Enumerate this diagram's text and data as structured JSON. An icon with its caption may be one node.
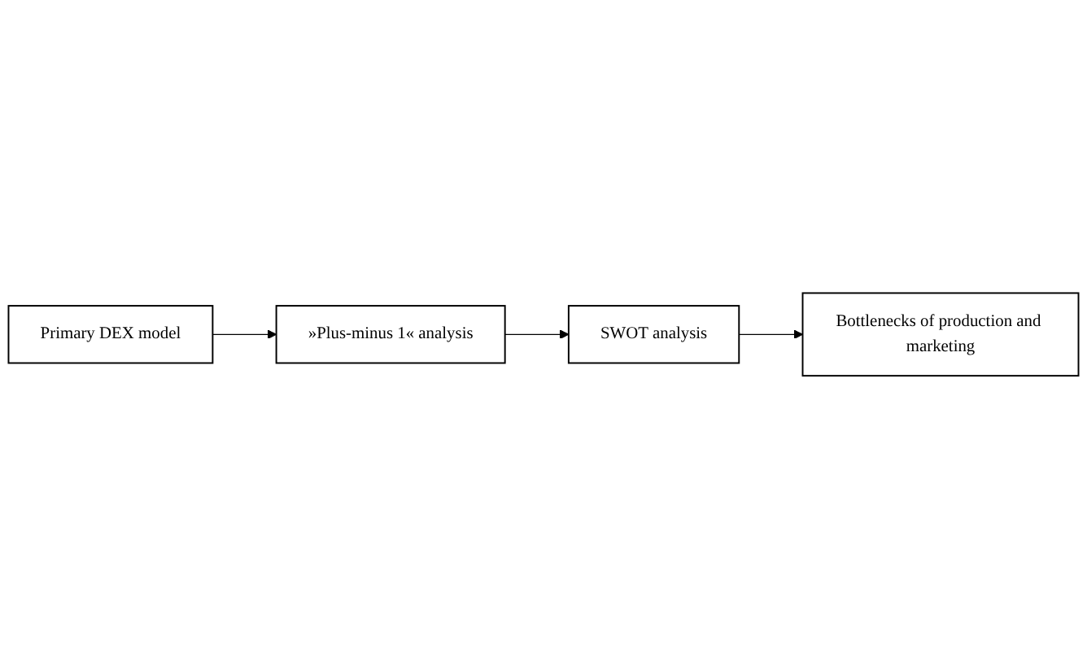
{
  "diagram": {
    "nodes": [
      {
        "text": [
          "Primary DEX model"
        ]
      },
      {
        "text": [
          "»Plus-minus 1« analysis"
        ]
      },
      {
        "text": [
          "SWOT analysis"
        ]
      },
      {
        "text": [
          "Bottlenecks of production and marketing"
        ]
      }
    ],
    "edges": [
      {
        "from": 0,
        "to": 1,
        "arrow": "to"
      },
      {
        "from": 1,
        "to": 2,
        "arrow": "to"
      },
      {
        "from": 2,
        "to": 3,
        "arrow": "to"
      }
    ]
  }
}
